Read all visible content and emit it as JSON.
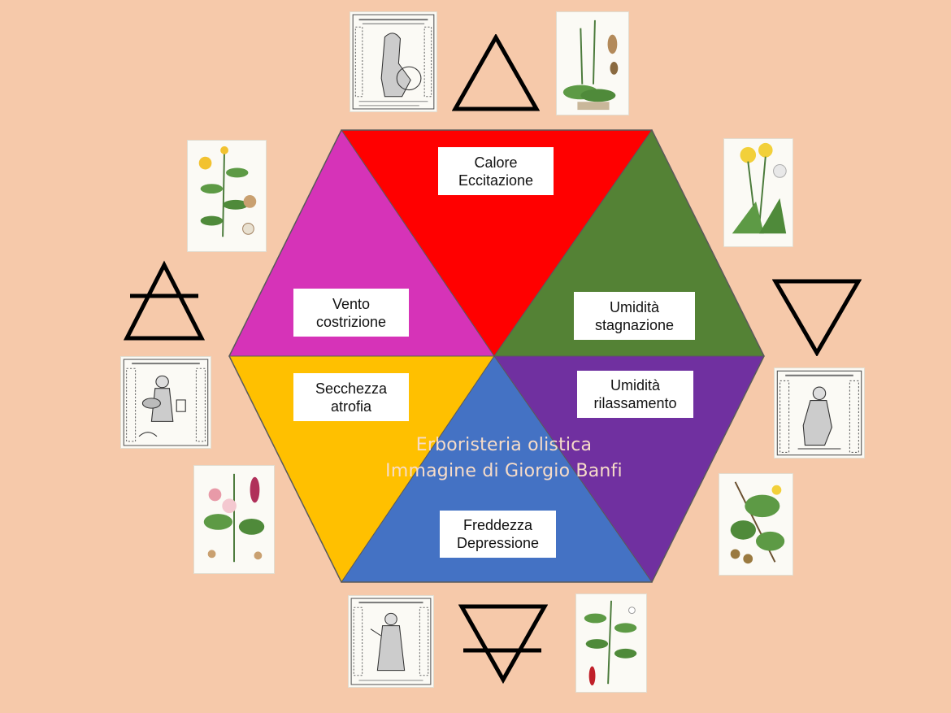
{
  "diagram": {
    "segments": [
      {
        "id": "top",
        "color": "#ff0000",
        "line1": "Calore",
        "line2": "Eccitazione"
      },
      {
        "id": "upper-right",
        "color": "#548235",
        "line1": "Umidità",
        "line2": "stagnazione"
      },
      {
        "id": "lower-right",
        "color": "#7030a0",
        "line1": "Umidità",
        "line2": "rilassamento"
      },
      {
        "id": "bottom",
        "color": "#4472c4",
        "line1": "Freddezza",
        "line2": "Depressione"
      },
      {
        "id": "lower-left",
        "color": "#ffc000",
        "line1": "Secchezza",
        "line2": "atrofia"
      },
      {
        "id": "upper-left",
        "color": "#d633b8",
        "line1": "Vento",
        "line2": "costrizione"
      }
    ],
    "watermark": {
      "line1": "Erboristeria olistica",
      "line2": "Immagine di Giorgio Banfi"
    },
    "element_symbols": [
      "fire-triangle",
      "water-triangle",
      "earth-triangle",
      "air-triangle"
    ]
  },
  "colors": {
    "background": "#f6c9aa"
  }
}
